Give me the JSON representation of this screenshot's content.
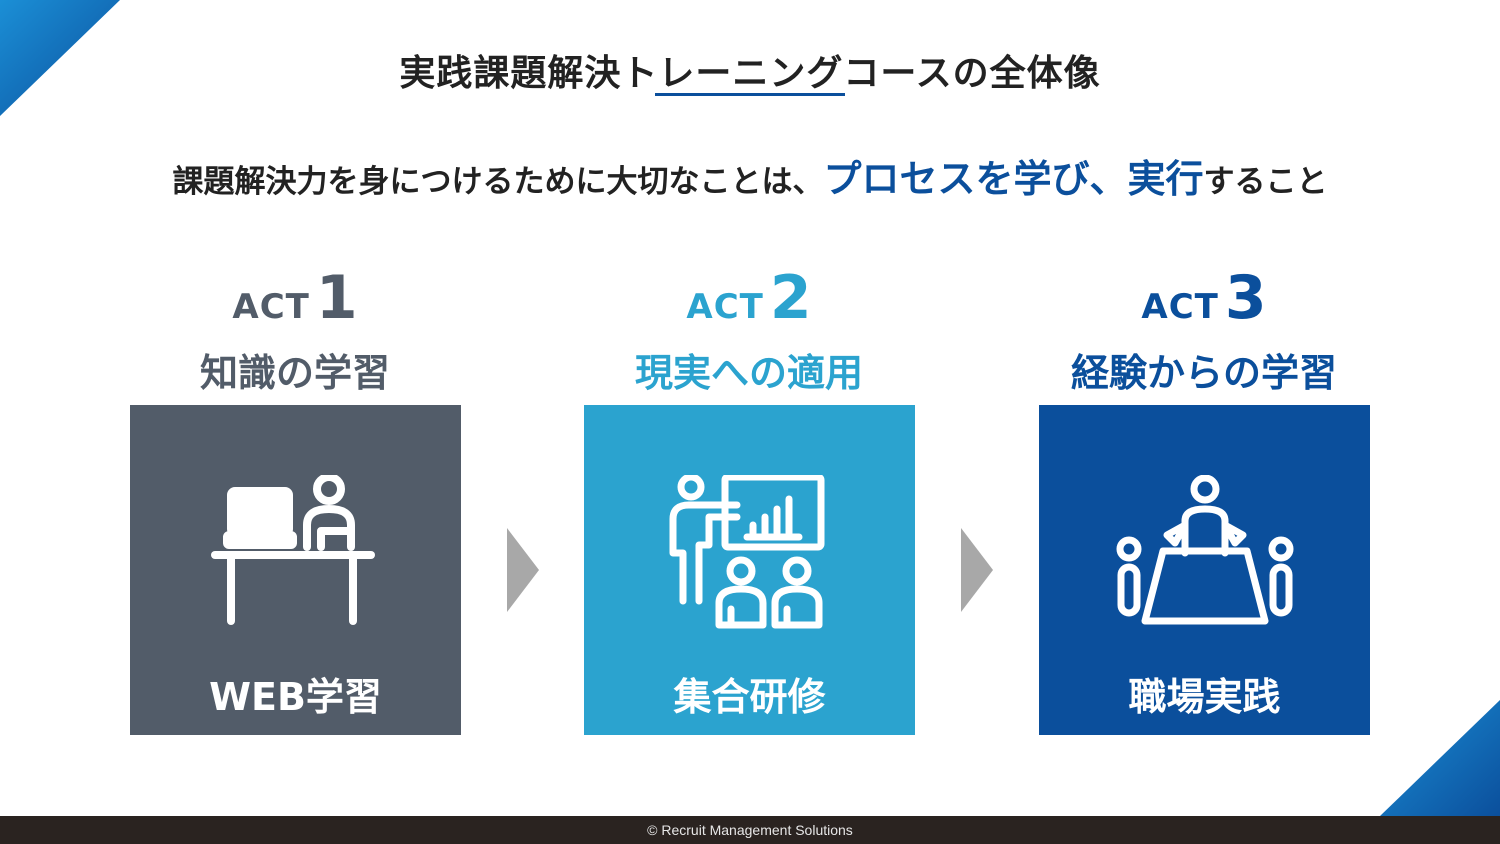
{
  "title": "実践課題解決トレーニングコースの全体像",
  "subtitle": {
    "prefix": "課題解決力を身につけるために大切なことは、",
    "emphasis_1": "プロセスを学び、",
    "emphasis_2": "実行",
    "suffix": "すること"
  },
  "colors": {
    "act1": "#525c69",
    "act2": "#2ba3cf",
    "act3": "#0b4f9c",
    "arrow": "#a8a8a8",
    "footer_bg": "#2a2320"
  },
  "acts": [
    {
      "label": "ACT",
      "number": "1",
      "heading": "知識の学習",
      "box_label": "WEB学習",
      "icon": "person-at-desk-computer-icon"
    },
    {
      "label": "ACT",
      "number": "2",
      "heading": "現実への適用",
      "box_label": "集合研修",
      "icon": "presenter-with-audience-icon"
    },
    {
      "label": "ACT",
      "number": "3",
      "heading": "経験からの学習",
      "box_label": "職場実践",
      "icon": "meeting-table-icon"
    }
  ],
  "footer": "© Recruit Management Solutions"
}
